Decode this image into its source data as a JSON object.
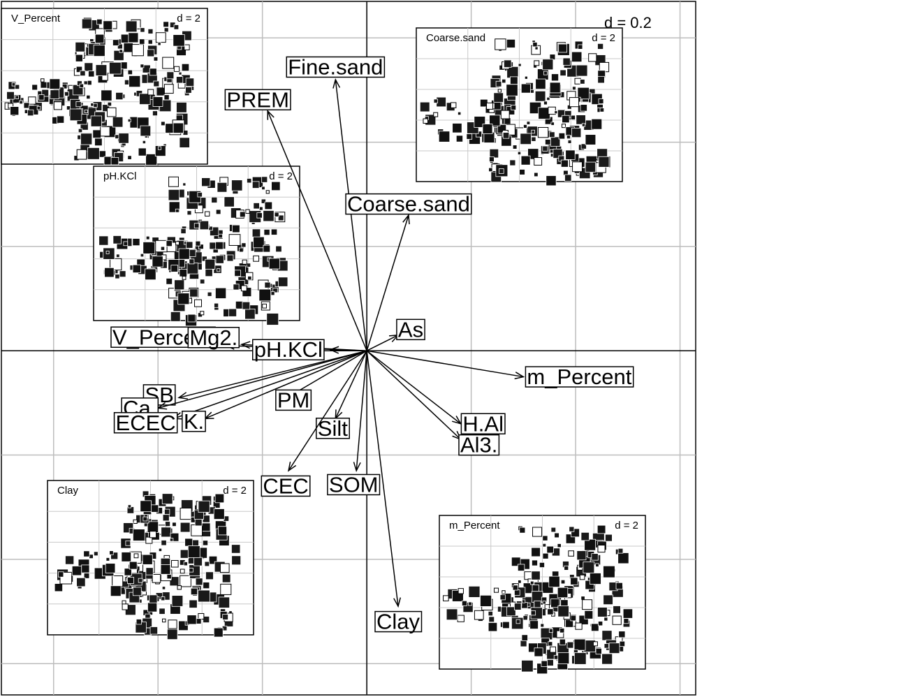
{
  "chart_data": {
    "type": "biplot",
    "title": "",
    "scale_label": "d = 0.2",
    "grid": true,
    "axis_range": {
      "x": [
        -0.7,
        0.63
      ],
      "y": [
        -0.66,
        0.67
      ]
    },
    "vectors": [
      {
        "label": "Fine.sand",
        "x": -0.06,
        "y": 0.52
      },
      {
        "label": "PREM",
        "x": -0.19,
        "y": 0.46
      },
      {
        "label": "Coarse.sand",
        "x": 0.08,
        "y": 0.26
      },
      {
        "label": "As",
        "x": 0.06,
        "y": 0.03
      },
      {
        "label": "V_Percent",
        "x": -0.27,
        "y": 0.01
      },
      {
        "label": "Mg2.",
        "x": -0.24,
        "y": 0.012
      },
      {
        "label": "pH.KCl",
        "x": -0.07,
        "y": 0.002
      },
      {
        "label": "m_Percent",
        "x": 0.3,
        "y": -0.05
      },
      {
        "label": "SB",
        "x": -0.36,
        "y": -0.09
      },
      {
        "label": "Ca.",
        "x": -0.4,
        "y": -0.11
      },
      {
        "label": "ECEC",
        "x": -0.37,
        "y": -0.13
      },
      {
        "label": "K.",
        "x": -0.31,
        "y": -0.13
      },
      {
        "label": "PM",
        "x": -0.17,
        "y": -0.1
      },
      {
        "label": "Silt",
        "x": -0.06,
        "y": -0.13
      },
      {
        "label": "H.Al",
        "x": 0.18,
        "y": -0.14
      },
      {
        "label": "Al3.",
        "x": 0.18,
        "y": -0.17
      },
      {
        "label": "CEC",
        "x": -0.15,
        "y": -0.23
      },
      {
        "label": "SOM",
        "x": -0.02,
        "y": -0.23
      },
      {
        "label": "Clay",
        "x": 0.06,
        "y": -0.49
      }
    ],
    "insets": [
      {
        "title": "V_Percent",
        "scale_label": "d = 2"
      },
      {
        "title": "Coarse.sand",
        "scale_label": "d = 2"
      },
      {
        "title": "pH.KCl",
        "scale_label": "d = 2"
      },
      {
        "title": "Clay",
        "scale_label": "d = 2"
      },
      {
        "title": "m_Percent",
        "scale_label": "d = 2"
      }
    ]
  }
}
